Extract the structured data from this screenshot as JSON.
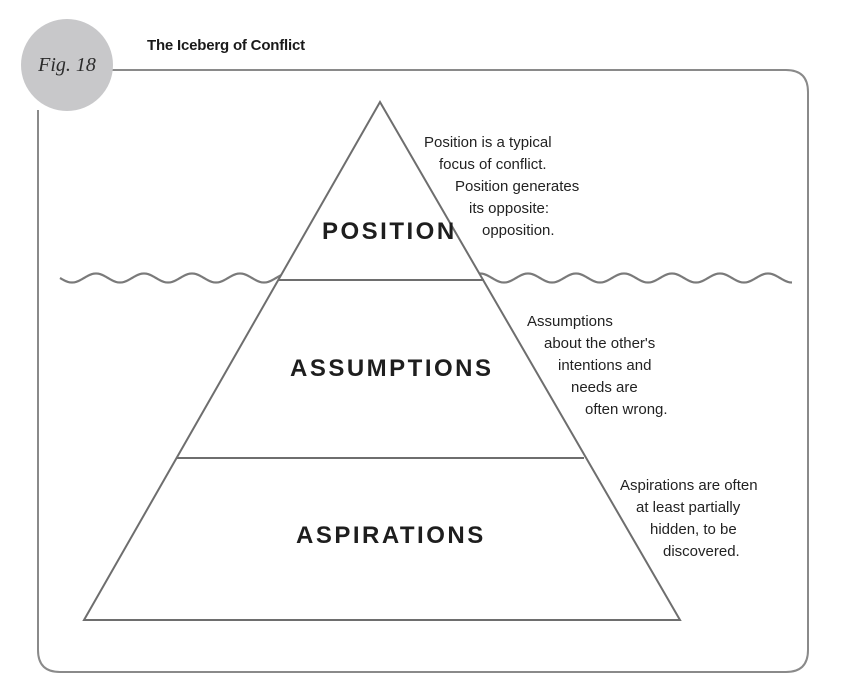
{
  "figure": {
    "label": "Fig. 18",
    "title": "The Iceberg of Conflict"
  },
  "layers": [
    {
      "name": "POSITION"
    },
    {
      "name": "ASSUMPTIONS"
    },
    {
      "name": "ASPIRATIONS"
    }
  ],
  "notes": {
    "position": [
      "Position is a typical",
      "focus of conflict.",
      "Position generates",
      "its opposite:",
      "opposition."
    ],
    "assumptions": [
      "Assumptions",
      "about the other's",
      "intentions and",
      "needs are",
      "often wrong."
    ],
    "aspirations": [
      "Aspirations are often",
      "at least partially",
      "hidden, to be",
      "discovered."
    ]
  },
  "colors": {
    "line": "#6e6e6e",
    "badge": "#c8c8ca",
    "frame": "#8a8a8a"
  }
}
